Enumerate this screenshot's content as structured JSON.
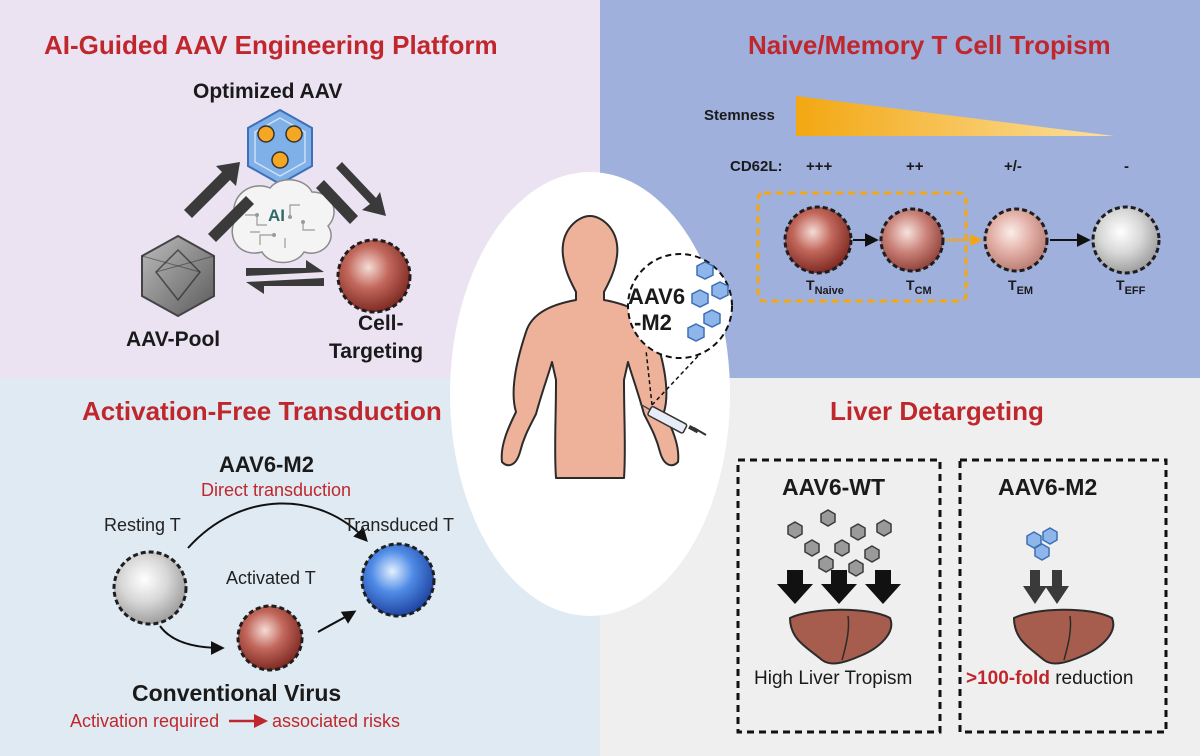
{
  "colors": {
    "panel_tl": "#ece3f2",
    "panel_tr": "#9fb0dc",
    "panel_bl": "#dfeaf3",
    "panel_br": "#efefef",
    "title_red": "#c0272d",
    "highlight_orange": "#f3a712",
    "skin": "#eeb29b",
    "liver": "#a65d4d"
  },
  "top_left": {
    "title": "AI-Guided AAV Engineering Platform",
    "optimized_label": "Optimized AAV",
    "ai_label": "AI",
    "pool_label": "AAV-Pool",
    "cell_targeting_line1": "Cell-",
    "cell_targeting_line2": "Targeting"
  },
  "top_right": {
    "title": "Naive/Memory T Cell Tropism",
    "stemness_label": "Stemness",
    "cd62l_label": "CD62L:",
    "cd62l_levels": [
      "+++",
      "++",
      "+/-",
      "-"
    ],
    "cells": [
      {
        "main": "T",
        "sub": "Naive",
        "icon": "naive-t-cell-icon"
      },
      {
        "main": "T",
        "sub": "CM",
        "icon": "central-memory-t-cell-icon"
      },
      {
        "main": "T",
        "sub": "EM",
        "icon": "effector-memory-t-cell-icon"
      },
      {
        "main": "T",
        "sub": "EFF",
        "icon": "effector-t-cell-icon"
      }
    ]
  },
  "center": {
    "vector_line1": "AAV6",
    "vector_line2": "-M2"
  },
  "bottom_left": {
    "title": "Activation-Free Transduction",
    "vector_name": "AAV6-M2",
    "direct_label": "Direct transduction",
    "resting_label": "Resting T",
    "activated_label": "Activated T",
    "transduced_label": "Transduced T",
    "conventional_label": "Conventional Virus",
    "risk_left": "Activation required",
    "risk_right": "associated risks"
  },
  "bottom_right": {
    "title": "Liver Detargeting",
    "wt": {
      "name": "AAV6-WT",
      "caption": "High Liver Tropism"
    },
    "m2": {
      "name": "AAV6-M2",
      "caption_emph": ">100-fold",
      "caption_rest": " reduction"
    }
  }
}
